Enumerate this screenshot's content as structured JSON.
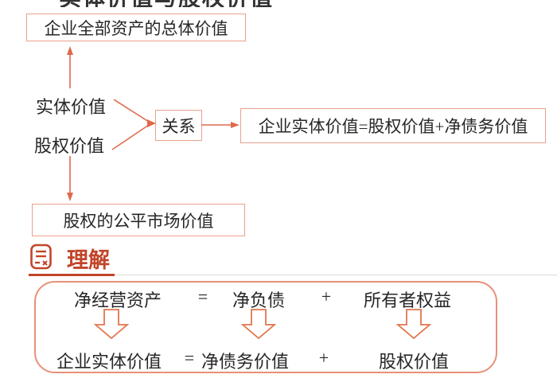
{
  "page": {
    "clipped_title": "实体价值与股权价值"
  },
  "diagram": {
    "total_assets_box": "企业全部资产的总体价值",
    "entity_value_label": "实体价值",
    "equity_value_label": "股权价值",
    "relation_box": "关系",
    "equation_box": "企业实体价值=股权价值+净债务价值",
    "equity_fair_value_box": "股权的公平市场价值"
  },
  "section": {
    "icon": "notebook-calc-icon",
    "title": "理解"
  },
  "understanding": {
    "row1": [
      "净经营资产",
      "=",
      "净负债",
      "+",
      "所有者权益"
    ],
    "row2": [
      "企业实体价值",
      "=",
      "净债务价值",
      "+",
      "股权价值"
    ]
  },
  "colors": {
    "box_border": "#E8A18C",
    "arrow": "#E0694C",
    "heading": "#C2452A",
    "divider": "#D9D9D9",
    "text": "#262626"
  }
}
